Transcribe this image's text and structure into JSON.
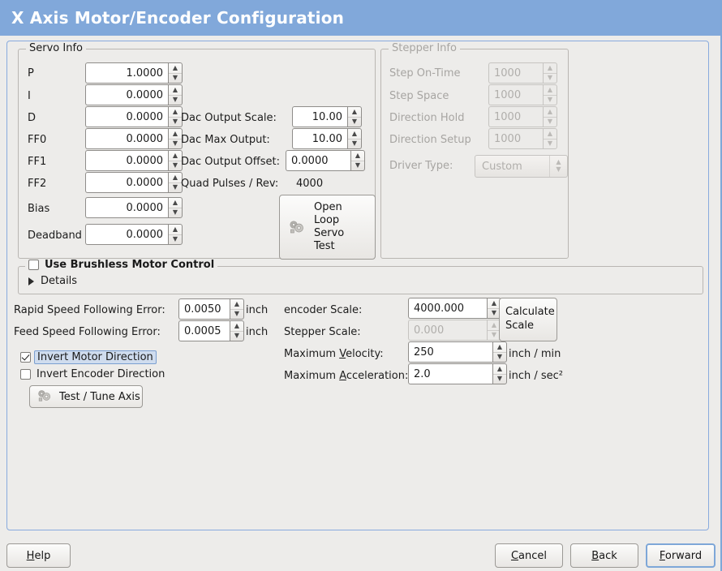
{
  "window": {
    "title": "X Axis Motor/Encoder Configuration",
    "title_bar_color": "#81a8da",
    "background_color": "#edecea"
  },
  "servo_info": {
    "legend": "Servo Info",
    "fields": [
      {
        "label": "P",
        "value": "1.0000"
      },
      {
        "label": "I",
        "value": "0.0000"
      },
      {
        "label": "D",
        "value": "0.0000"
      },
      {
        "label": "FF0",
        "value": "0.0000"
      },
      {
        "label": "FF1",
        "value": "0.0000"
      },
      {
        "label": "FF2",
        "value": "0.0000"
      },
      {
        "label": "Bias",
        "value": "0.0000"
      },
      {
        "label": "Deadband",
        "value": "0.0000"
      }
    ],
    "dac": [
      {
        "label": "Dac Output Scale:",
        "value": "10.00"
      },
      {
        "label": "Dac Max Output:",
        "value": "10.00"
      },
      {
        "label": "Dac Output Offset:",
        "value": "0.0000"
      }
    ],
    "quad_pulses_label": "Quad Pulses / Rev:",
    "quad_pulses_value": "4000",
    "open_loop_button": {
      "line1": "Open",
      "line2": "Loop",
      "line3": "Servo",
      "line4": "Test"
    }
  },
  "stepper_info": {
    "legend": "Stepper Info",
    "enabled": false,
    "fields": [
      {
        "label": "Step On-Time",
        "value": "1000"
      },
      {
        "label": "Step Space",
        "value": "1000"
      },
      {
        "label": "Direction Hold",
        "value": "1000"
      },
      {
        "label": "Direction Setup",
        "value": "1000"
      }
    ],
    "driver_type_label": "Driver Type:",
    "driver_type_value": "Custom"
  },
  "brushless": {
    "checkbox_label": "Use Brushless Motor Control",
    "checked": false,
    "details_label": "Details",
    "details_expanded": false
  },
  "tuning": {
    "rapid_error_label": "Rapid Speed Following Error:",
    "rapid_error_value": "0.0050",
    "rapid_error_unit": "inch",
    "feed_error_label": "Feed Speed Following Error:",
    "feed_error_value": "0.0005",
    "feed_error_unit": "inch",
    "invert_motor_label": "Invert Motor Direction",
    "invert_motor_checked": true,
    "invert_encoder_label": "Invert Encoder Direction",
    "invert_encoder_checked": false,
    "test_tune_label": "Test / Tune Axis"
  },
  "scale": {
    "encoder_scale_label": "encoder Scale:",
    "encoder_scale_value": "4000.000",
    "stepper_scale_label": "Stepper Scale:",
    "stepper_scale_value": "0.000",
    "stepper_scale_enabled": false,
    "calculate_button_line1": "Calculate",
    "calculate_button_line2": "Scale",
    "max_velocity_label_pre": "Maximum ",
    "max_velocity_label_mnemonic": "V",
    "max_velocity_label_post": "elocity:",
    "max_velocity_value": "250",
    "max_velocity_unit": "inch / min",
    "max_accel_label_pre": "Maximum ",
    "max_accel_label_mnemonic": "A",
    "max_accel_label_post": "cceleration:",
    "max_accel_value": "2.0",
    "max_accel_unit": "inch / sec²"
  },
  "actions": {
    "help": {
      "pre": "",
      "mnemonic": "H",
      "post": "elp"
    },
    "cancel": {
      "pre": "",
      "mnemonic": "C",
      "post": "ancel"
    },
    "back": {
      "pre": "",
      "mnemonic": "B",
      "post": "ack"
    },
    "forward": {
      "pre": "",
      "mnemonic": "F",
      "post": "orward"
    }
  },
  "icons": {
    "gears": "gears-icon",
    "spin_up": "▲",
    "spin_down": "▼"
  }
}
